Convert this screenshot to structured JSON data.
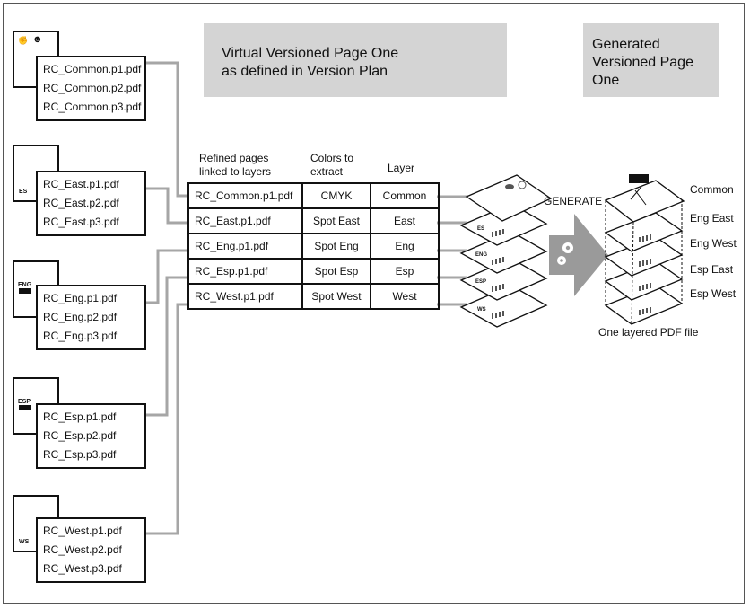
{
  "virtual_title": "Virtual Versioned Page One\nas defined in Version Plan",
  "generated_title": "Generated\nVersioned Page\nOne",
  "headers": {
    "refined": "Refined pages\nlinked to layers",
    "colors": "Colors to\nextract",
    "layer": "Layer"
  },
  "groups": [
    {
      "tag": "",
      "files": [
        "RC_Common.p1.pdf",
        "RC_Common.p2.pdf",
        "RC_Common.p3.pdf"
      ]
    },
    {
      "tag": "ES",
      "files": [
        "RC_East.p1.pdf",
        "RC_East.p2.pdf",
        "RC_East.p3.pdf"
      ]
    },
    {
      "tag": "ENG",
      "files": [
        "RC_Eng.p1.pdf",
        "RC_Eng.p2.pdf",
        "RC_Eng.p3.pdf"
      ]
    },
    {
      "tag": "ESP",
      "files": [
        "RC_Esp.p1.pdf",
        "RC_Esp.p2.pdf",
        "RC_Esp.p3.pdf"
      ]
    },
    {
      "tag": "WS",
      "files": [
        "RC_West.p1.pdf",
        "RC_West.p2.pdf",
        "RC_West.p3.pdf"
      ]
    }
  ],
  "plan_rows": [
    {
      "page": "RC_Common.p1.pdf",
      "color": "CMYK",
      "layer": "Common"
    },
    {
      "page": "RC_East.p1.pdf",
      "color": "Spot East",
      "layer": "East"
    },
    {
      "page": "RC_Eng.p1.pdf",
      "color": "Spot Eng",
      "layer": "Eng"
    },
    {
      "page": "RC_Esp.p1.pdf",
      "color": "Spot Esp",
      "layer": "Esp"
    },
    {
      "page": "RC_West.p1.pdf",
      "color": "Spot West",
      "layer": "West"
    }
  ],
  "generate_label": "GENERATE",
  "output_layers": [
    "Common",
    "Eng East",
    "Eng West",
    "Esp East",
    "Esp West"
  ],
  "pdf_caption": "One layered PDF file",
  "page_tags": [
    "ES",
    "ENG",
    "ESP",
    "WS"
  ],
  "colors": {
    "gray_box": "#d4d4d4",
    "connector": "#a6a6a6",
    "arrow": "#9a9a9a"
  }
}
